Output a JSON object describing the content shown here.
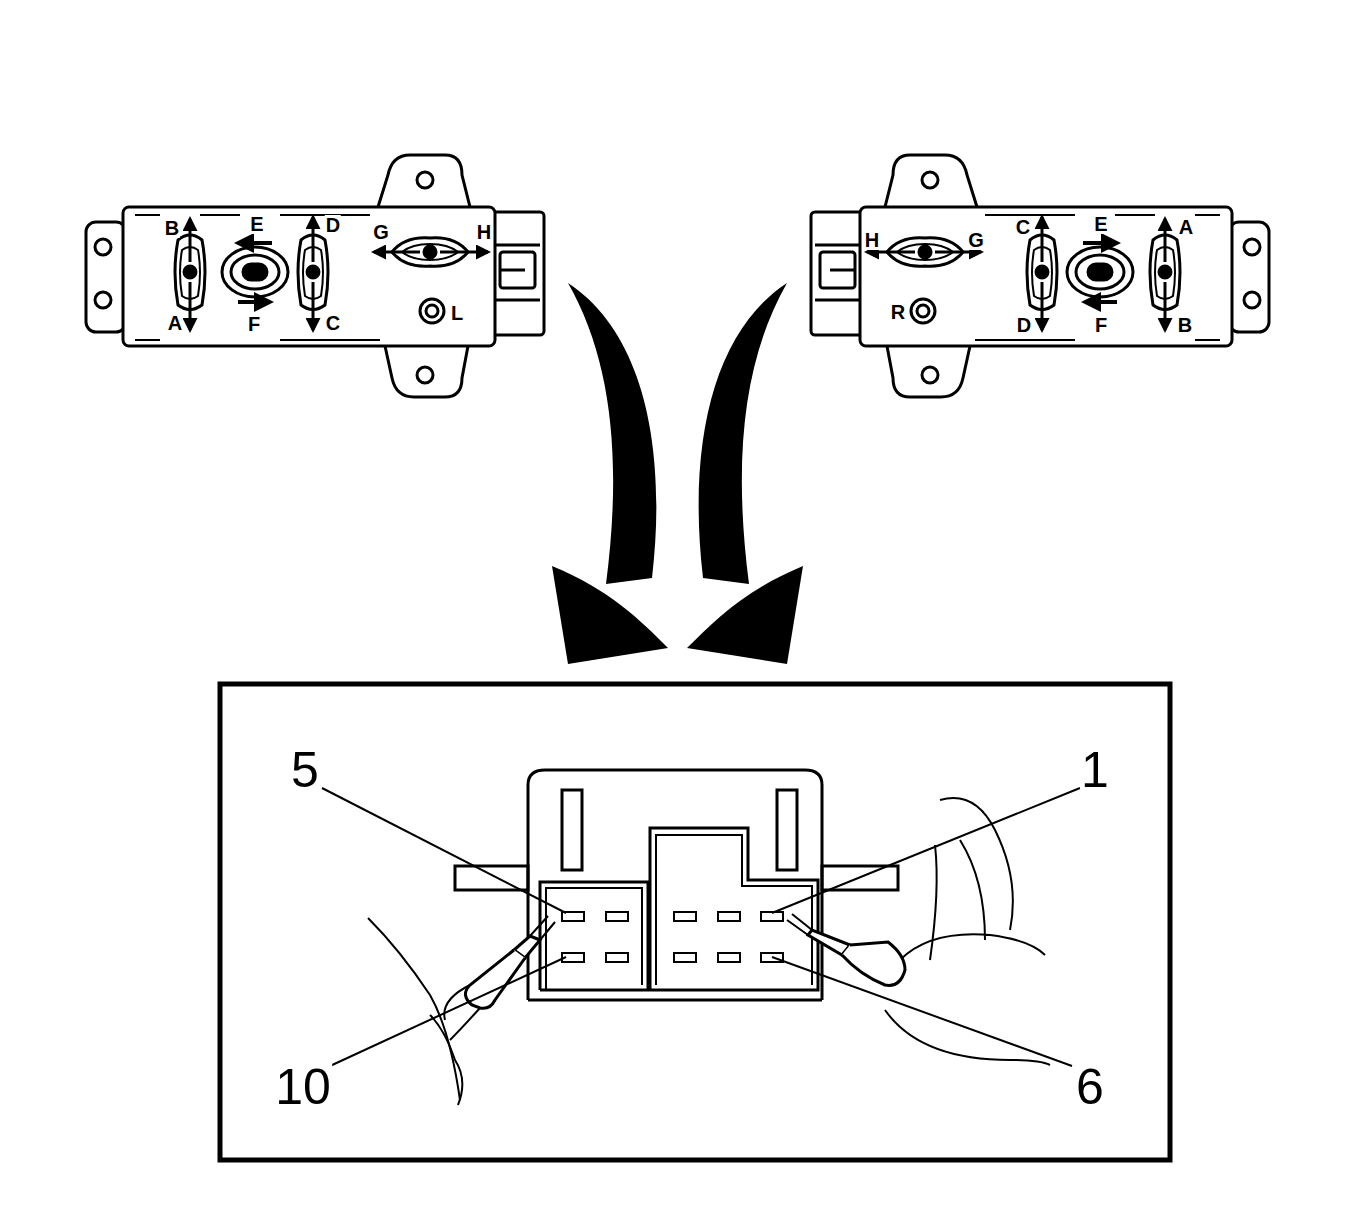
{
  "diagram": {
    "labels": [
      "B",
      "E",
      "D",
      "G",
      "H",
      "A",
      "F",
      "C",
      "L",
      "H",
      "G",
      "C",
      "E",
      "A",
      "R",
      "D",
      "F",
      "B",
      "5",
      "1",
      "10",
      "6"
    ]
  }
}
